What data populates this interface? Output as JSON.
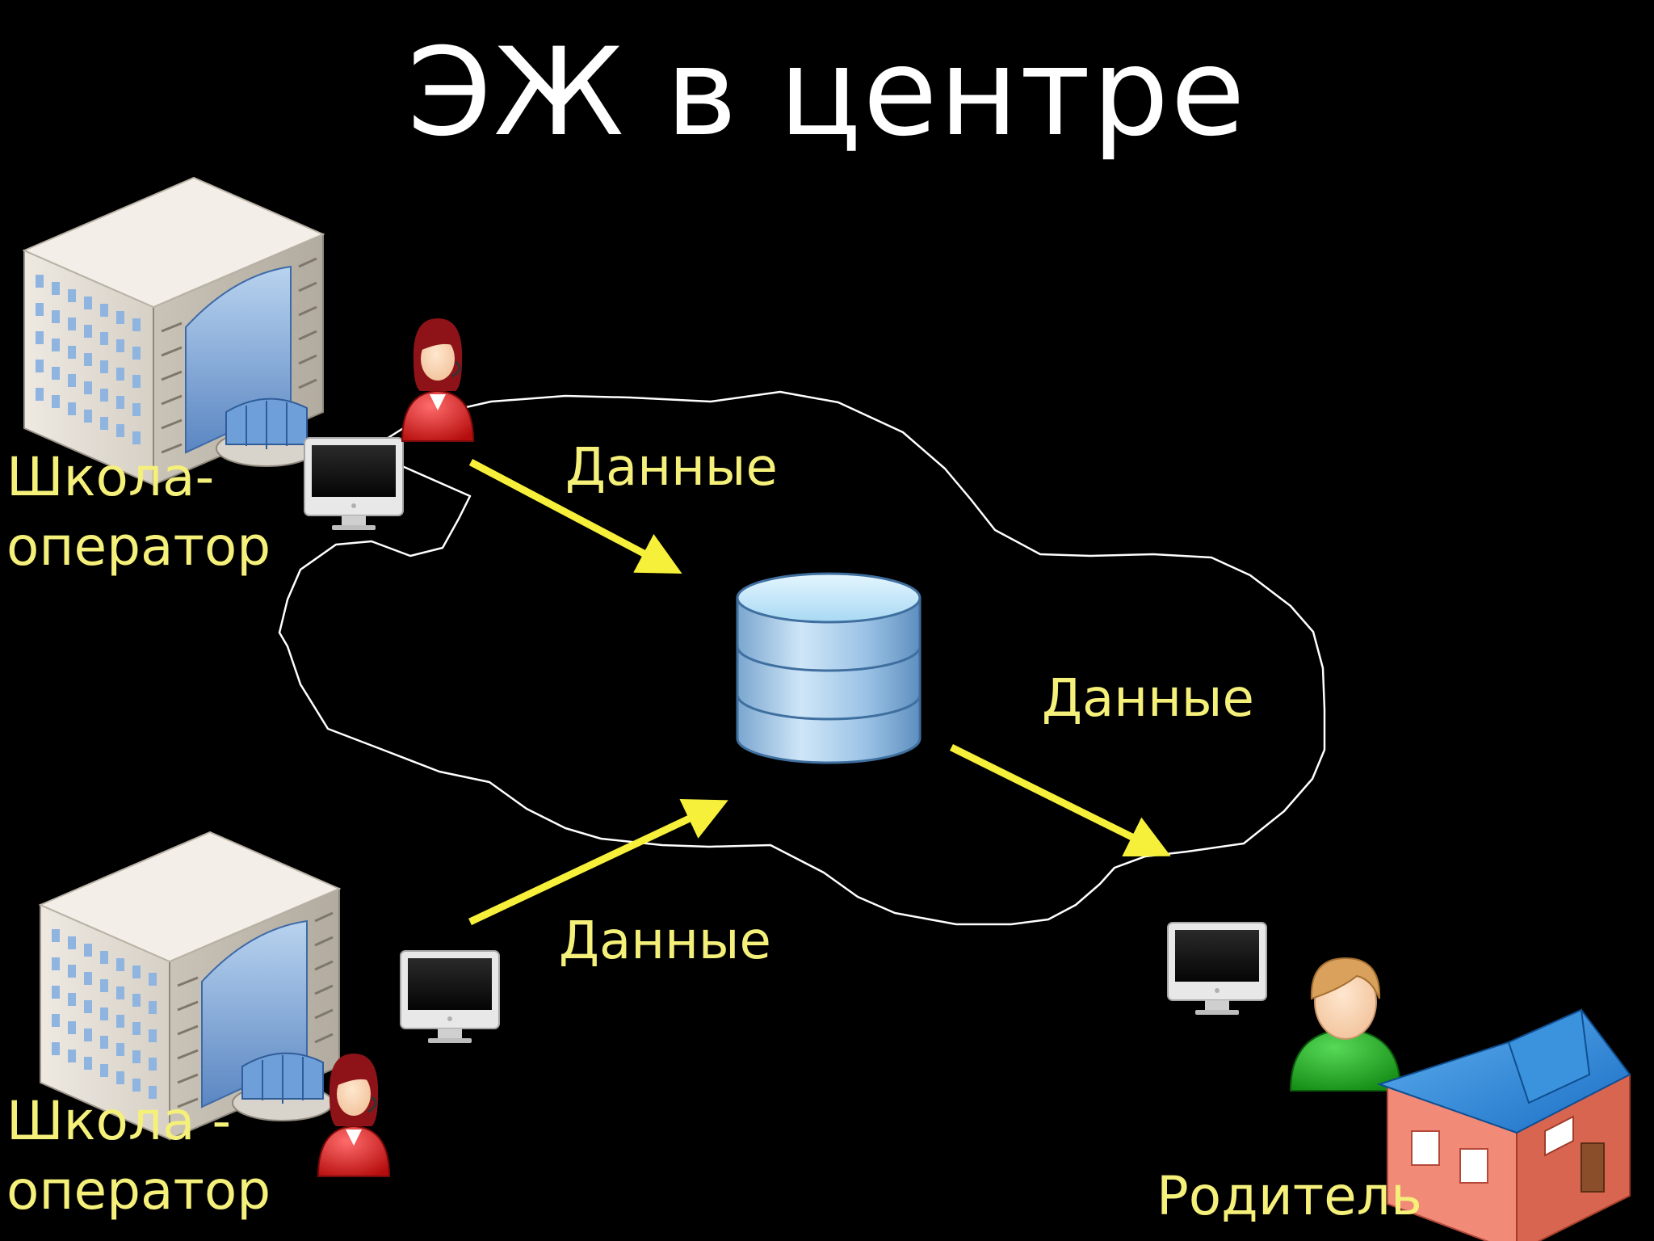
{
  "title": "ЭЖ в центре",
  "labels": {
    "school_1": [
      "Школа-",
      "оператор"
    ],
    "school_2": [
      "Школа -",
      "оператор"
    ],
    "parent": "Родитель",
    "flow_top": "Данные",
    "flow_right": "Данные",
    "flow_bottom": "Данные"
  },
  "colors": {
    "background": "#000000",
    "title": "#ffffff",
    "label": "#f5f07a",
    "arrow": "#f7f03a",
    "cloud_outline": "#ffffff"
  },
  "icons": {
    "school": "office-building-icon",
    "operator": "woman-operator-icon",
    "computer": "desktop-computer-icon",
    "database": "database-cylinder-icon",
    "parent": "man-user-icon",
    "house": "house-icon"
  }
}
